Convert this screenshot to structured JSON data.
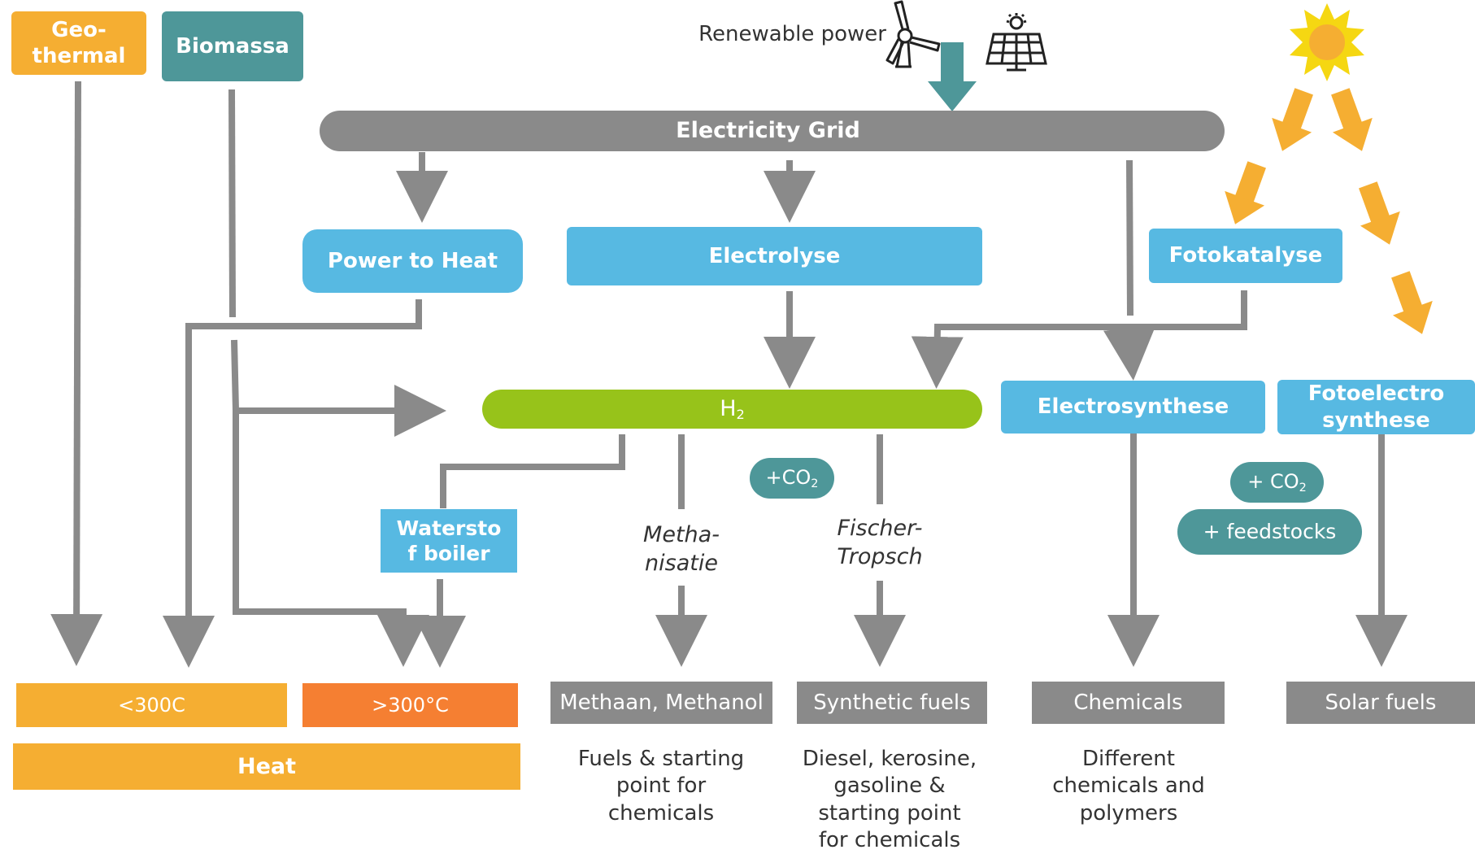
{
  "sources": {
    "geothermal": "Geo-\nthermal",
    "biomassa": "Biomassa",
    "renewable_power": "Renewable power"
  },
  "icons": {
    "wind_turbine": "wind-turbine-icon",
    "solar_panel": "solar-panel-icon",
    "sun": "sun-icon",
    "pylon": "transmission-tower-icon"
  },
  "grid": {
    "label": "Electricity Grid"
  },
  "processes": {
    "power_to_heat": "Power to Heat",
    "electrolyse": "Electrolyse",
    "fotokatalyse": "Fotokatalyse",
    "electrosynthese": "Electrosynthese",
    "fotoelectrosynthese": "Fotoelectro\nsynthese",
    "waterstof_boiler": "Watersto\nf boiler"
  },
  "hydrogen": {
    "symbol": "H",
    "subscript": "2"
  },
  "inputs": {
    "co2_left": {
      "prefix": "+CO",
      "subscript": "2"
    },
    "co2_right": {
      "prefix": "+ CO",
      "subscript": "2"
    },
    "feedstocks": "+ feedstocks"
  },
  "routes": {
    "methanisatie": "Metha-\nnisatie",
    "fischer_tropsch": "Fischer-\nTropsch"
  },
  "outputs": {
    "low_heat": "<300C",
    "high_heat": ">300°C",
    "heat": "Heat",
    "methaan_methanol": "Methaan, Methanol",
    "synthetic_fuels": "Synthetic fuels",
    "chemicals": "Chemicals",
    "solar_fuels": "Solar fuels"
  },
  "descriptions": {
    "methaan": "Fuels & starting\npoint for\nchemicals",
    "synthetic": "Diesel, kerosine,\ngasoline &\nstarting point\nfor chemicals",
    "chemicals": "Different\nchemicals and\npolymers"
  },
  "colors": {
    "orange": "#f5ae32",
    "deep_orange": "#f57f32",
    "teal": "#4e9799",
    "blue": "#57b9e2",
    "gray": "#8a8a8a",
    "green": "#97c31a",
    "arrow": "#8a8a8a",
    "sun": "#f5d712"
  }
}
